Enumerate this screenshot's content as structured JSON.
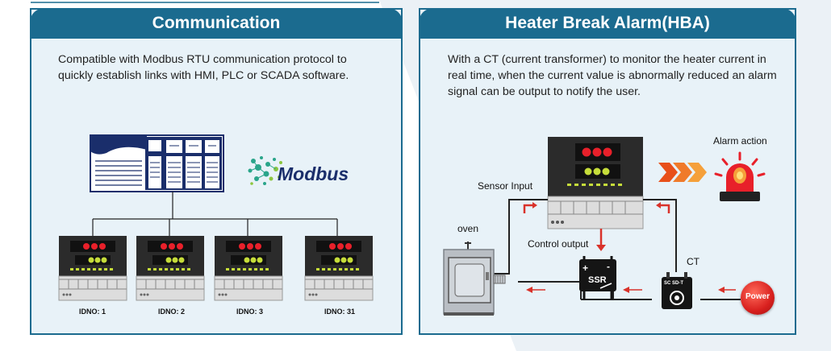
{
  "communication": {
    "title": "Communication",
    "description": "Compatible with Modbus RTU communication protocol to quickly establish links with HMI, PLC or SCADA software.",
    "logo_text": "Modbus",
    "devices": [
      {
        "label": "IDNO: 1"
      },
      {
        "label": "IDNO: 2"
      },
      {
        "label": "IDNO: 3"
      },
      {
        "label": "IDNO: 31"
      }
    ]
  },
  "hba": {
    "title": "Heater Break Alarm(HBA)",
    "description": "With a CT (current transformer) to monitor the heater current in real time, when the current value is abnormally reduced an alarm signal can be output to notify the user.",
    "labels": {
      "alarm_action": "Alarm action",
      "sensor_input": "Sensor Input",
      "oven": "oven",
      "control_output": "Control output",
      "ct": "CT",
      "ssr": "SSR",
      "ct_marking": "SC SD-T",
      "power": "Power",
      "ssr_plus": "+",
      "ssr_minus": "-"
    }
  },
  "colors": {
    "panel_header": "#1b6b8f",
    "panel_bg": "#e8f2f8",
    "led_red": "#e8202a",
    "led_yellow": "#c6dd3a",
    "arrow_orange": "#e8501a",
    "wire_red": "#d9322a"
  }
}
